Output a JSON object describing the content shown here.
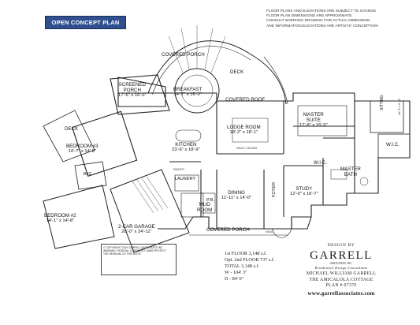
{
  "badge": "OPEN CONCEPT PLAN",
  "disclaimer": [
    "FLOOR PLANS AND ELEVATIONS ARE SUBJECT TO CHANGE",
    "FLOOR PLAN DIMENSIONS ARE APPROXIMATE.",
    "CONSULT WORKING DRAWING FOR ACTUAL DIMENSION",
    "AND INFORMATION.ELEVATIONS ARE ARTISTS' CONCEPTION"
  ],
  "rooms": {
    "covered_porch_top": "COVERED PORCH",
    "deck_right": "DECK",
    "screened_porch": {
      "name": "SCREENED",
      "name2": "PORCH",
      "dim": "17'-6\" x 16'-5\""
    },
    "breakfast": {
      "name": "BREAKFAST",
      "dim": "14'-7\" x 16'-2\""
    },
    "covered_roof": "COVERED ROOF",
    "deck_left": "DECK",
    "master_suite": {
      "name": "MASTER",
      "name2": "SUITE",
      "dim": "17'-8\" x 16'-5\""
    },
    "sitting": {
      "name": "SITTING",
      "dim": "16'-0\" x 6'-11\""
    },
    "lodge_room": {
      "name": "LODGE ROOM",
      "dim": "18'-2\" x 18'-1\""
    },
    "vault_ceiling": "VAULT CEILING",
    "bedroom3": {
      "name": "BEDROOM #3",
      "dim": "14'-7\" x 14'-8\""
    },
    "kitchen": {
      "name": "KITCHEN",
      "dim": "23'-6\" x 18'-9\""
    },
    "wic_right": "W.I.C.",
    "wic_mid": "W.I.C.",
    "master_bath": {
      "name": "MASTER",
      "name2": "BATH"
    },
    "bath2": "B#2",
    "pantry": "PANTRY",
    "laundry": "LAUNDRY",
    "study": {
      "name": "STUDY",
      "dim": "12'-0\" x 16'-7\""
    },
    "dining": {
      "name": "DINING",
      "dim": "11'-11\" x 14'-0\""
    },
    "foyer": "FOYER",
    "bedroom2": {
      "name": "BEDROOM #2",
      "dim": "14'-1\" x 14'-8\""
    },
    "mud_room": {
      "name": "MUD",
      "name2": "ROOM"
    },
    "pr": "P.R.",
    "garage": {
      "name": "2-CAR GARAGE",
      "dim": "20'-0\" x 24'-11\""
    },
    "covered_porch_bottom": "COVERED PORCH",
    "vault_small": "VAULT"
  },
  "copyright": [
    "© COPYRIGHT 2019 GARRELL ASSOCIATES INC",
    "WARNING: FEDERAL COPYRIGHT LAWS PROTECT",
    "THE REMOVAL OF THIS NOTE."
  ],
  "stats": {
    "first_floor": "1st FLOOR  3,148 s.f.",
    "opt_second": "Opt. 2nd FLOOR 737 s.f.",
    "total": "TOTAL  3,148 s.f.",
    "width": "W - 104' 3\"",
    "depth": "D -  84' 0\""
  },
  "brand": {
    "design_by": "DESIGN BY",
    "logo": "GARRELL",
    "logo_sub": "ASSOCIATES, INC.",
    "residential": "Residential Design Consultants",
    "designer": "MICHAEL WILLIAM GARRELL",
    "plan_name": "THE AMICALOLA COTTAGE",
    "plan_number": "PLAN # 07370",
    "url": "www.garrellassociates.com"
  },
  "colors": {
    "badge_bg": "#2f4f8f",
    "line": "#222222"
  }
}
